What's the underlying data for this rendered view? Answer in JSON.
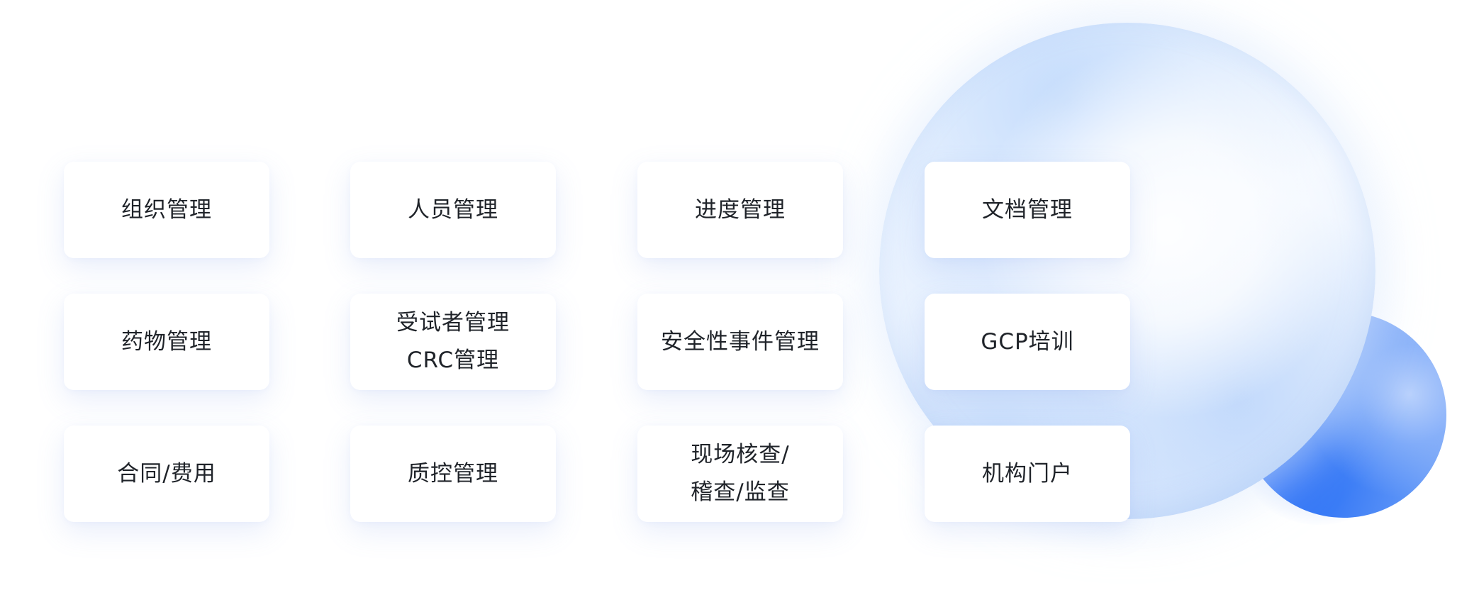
{
  "modules": [
    {
      "label": "组织管理"
    },
    {
      "label": "人员管理"
    },
    {
      "label": "进度管理"
    },
    {
      "label": "文档管理"
    },
    {
      "label": "药物管理"
    },
    {
      "label": "受试者管理\nCRC管理"
    },
    {
      "label": "安全性事件管理"
    },
    {
      "label": "GCP培训"
    },
    {
      "label": "合同/费用"
    },
    {
      "label": "质控管理"
    },
    {
      "label": "现场核查/\n稽查/监查"
    },
    {
      "label": "机构门户"
    }
  ],
  "colors": {
    "card_background": "#ffffff",
    "text": "#1f2329",
    "orb_accent": "#3b7cf6",
    "orb_light": "#e4effd"
  },
  "icons": {
    "decoration": [
      "large-glass-sphere",
      "small-blue-sphere"
    ]
  }
}
